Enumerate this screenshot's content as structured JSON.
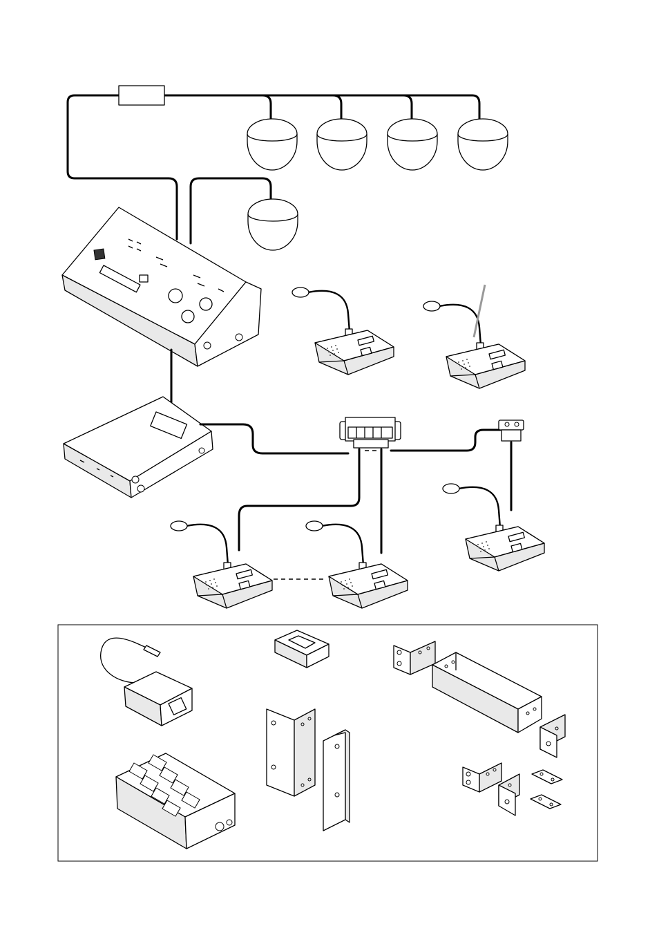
{
  "diagram": {
    "title": "",
    "components": [
      {
        "id": "inline-box",
        "icon": "rectangle-module-icon"
      },
      {
        "id": "ceiling-speaker",
        "icon": "dome-speaker-icon",
        "count": 5
      },
      {
        "id": "control-unit",
        "icon": "desktop-console-icon"
      },
      {
        "id": "wireless-unit",
        "icon": "rack-box-icon"
      },
      {
        "id": "junction-box",
        "icon": "splitter-box-icon"
      },
      {
        "id": "cable-connector",
        "icon": "connector-icon"
      },
      {
        "id": "delegate-unit",
        "icon": "gooseneck-mic-station-icon",
        "count": 5
      }
    ],
    "accessories": [
      {
        "id": "ac-adapter",
        "icon": "power-adapter-icon"
      },
      {
        "id": "battery",
        "icon": "battery-pack-icon"
      },
      {
        "id": "battery-charger",
        "icon": "charger-icon"
      },
      {
        "id": "rack-mount-brackets",
        "icon": "rack-bracket-icon"
      },
      {
        "id": "mounting-bracket",
        "icon": "u-bracket-icon"
      },
      {
        "id": "angle-brackets",
        "icon": "angle-bracket-icon"
      },
      {
        "id": "joint-plates",
        "icon": "plate-icon"
      }
    ]
  }
}
